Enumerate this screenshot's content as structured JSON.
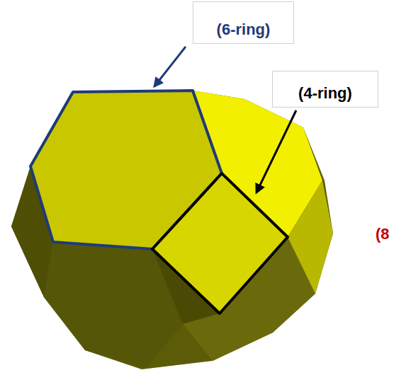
{
  "diagram": {
    "nodes": [
      {
        "text": [
          "(6-ring)"
        ]
      },
      {
        "text": [
          "(4-ring)"
        ]
      }
    ],
    "labels": [
      "(8"
    ]
  }
}
